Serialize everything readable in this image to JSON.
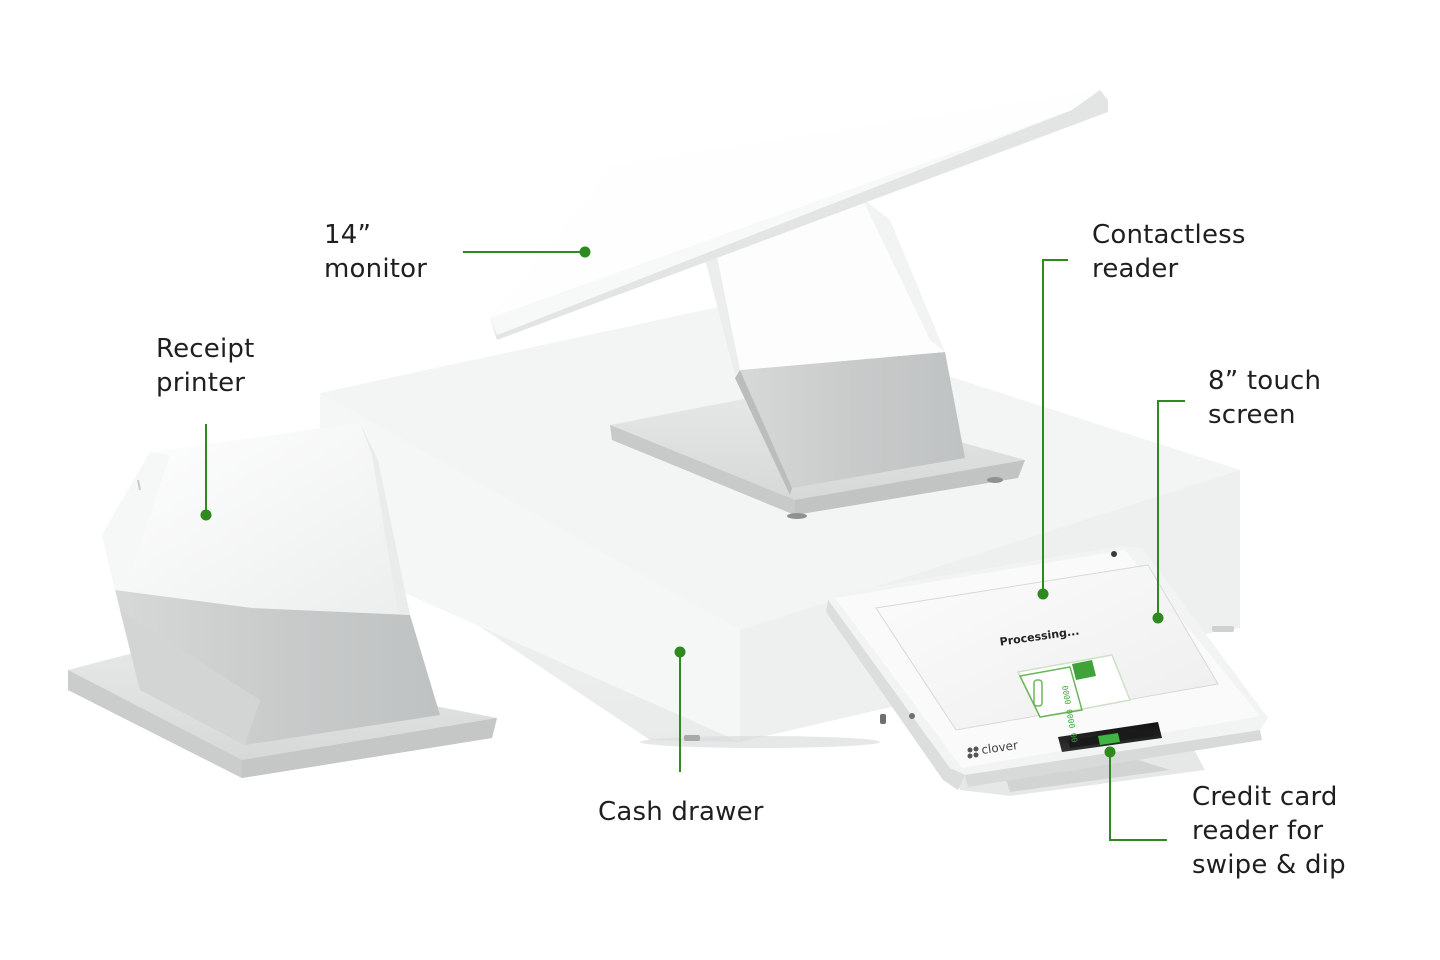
{
  "brand": {
    "logo_text": "clover"
  },
  "screen": {
    "status": "Processing...",
    "card_number": "0000 0000 00"
  },
  "colors": {
    "accent": "#2e8a1e",
    "device": "#f4f5f5",
    "metal": "#cfd1d1",
    "label": "#1f1f1f"
  },
  "callouts": {
    "monitor": [
      "14”",
      "monitor"
    ],
    "printer": [
      "Receipt",
      "printer"
    ],
    "contactless": [
      "Contactless",
      "reader"
    ],
    "touch": [
      "8” touch",
      "screen"
    ],
    "drawer": [
      "Cash drawer"
    ],
    "card": [
      "Credit card",
      "reader for",
      "swipe & dip"
    ]
  }
}
